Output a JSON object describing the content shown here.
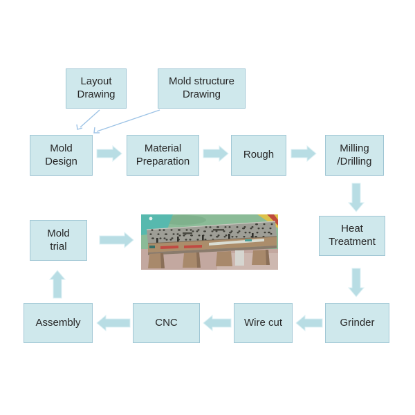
{
  "title": "Mold making process flowchart",
  "colors": {
    "background": "#ffffff",
    "box_fill": "#cfe8ec",
    "box_border": "#9fc6d4",
    "arrow_fill": "#b8dde4",
    "arrow_edge": "#dcf0f4",
    "connector": "#9dc3e6",
    "text": "#262626"
  },
  "boxes": {
    "layout_drawing": "Layout\nDrawing",
    "mold_structure_drawing": "Mold structure\nDrawing",
    "mold_design": "Mold\nDesign",
    "material_preparation": "Material\nPreparation",
    "rough": "Rough",
    "milling_drilling": "Milling\n/Drilling",
    "heat_treatment": "Heat\nTreatment",
    "grinder": "Grinder",
    "wire_cut": "Wire cut",
    "cnc": "CNC",
    "assembly": "Assembly",
    "mold_trial": "Mold\ntrial"
  },
  "photo": {
    "description": "Steel mold plate with many drilled holes standing on support legs on a green workbench"
  },
  "flow": [
    {
      "from": "Layout Drawing",
      "to": "Mold Design"
    },
    {
      "from": "Mold structure Drawing",
      "to": "Mold Design"
    },
    {
      "from": "Mold Design",
      "to": "Material Preparation"
    },
    {
      "from": "Material Preparation",
      "to": "Rough"
    },
    {
      "from": "Rough",
      "to": "Milling /Drilling"
    },
    {
      "from": "Milling /Drilling",
      "to": "Heat Treatment"
    },
    {
      "from": "Heat Treatment",
      "to": "Grinder"
    },
    {
      "from": "Grinder",
      "to": "Wire cut"
    },
    {
      "from": "Wire cut",
      "to": "CNC"
    },
    {
      "from": "CNC",
      "to": "Assembly"
    },
    {
      "from": "Assembly",
      "to": "Mold trial"
    },
    {
      "from": "Mold trial",
      "to": "Mold photo"
    }
  ]
}
